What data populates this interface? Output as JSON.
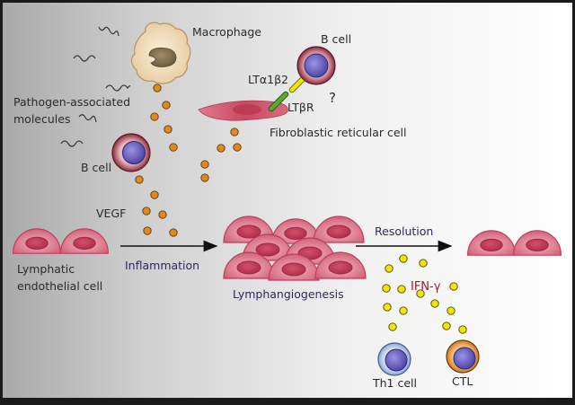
{
  "diagram": {
    "labels": {
      "macrophage": "Macrophage",
      "pathogen_line1": "Pathogen-associated",
      "pathogen_line2": "molecules",
      "b_cell_left": "B cell",
      "b_cell_top": "B cell",
      "lt_ligand": "LTα1β2",
      "lt_receptor": "LTβR",
      "question_mark": "?",
      "frc": "Fibroblastic reticular cell",
      "vegf": "VEGF",
      "lec_line1": "Lymphatic",
      "lec_line2": "endothelial cell",
      "inflammation": "Inflammation",
      "lymphangiogenesis": "Lymphangiogenesis",
      "resolution": "Resolution",
      "ifn_gamma": "IFN-γ",
      "th1": "Th1 cell",
      "ctl": "CTL"
    },
    "colors": {
      "vegf_dot": "#e08a1e",
      "ifn_dot": "#f2e600",
      "endothelial_cell": "#d96a80",
      "endothelial_nucleus": "#c23a56",
      "b_cell_ring": "#8a2a3a",
      "b_cell_nucleus": "#6a63c2",
      "th1_ring": "#a9bde6",
      "ctl_ring": "#e0902e",
      "lt_ligand": "#f2e600",
      "lt_receptor": "#5aa830",
      "frc": "#c84a62",
      "macrophage": "#f1dcbc",
      "arrow": "#111111",
      "frame": "#1a1a1a"
    }
  }
}
